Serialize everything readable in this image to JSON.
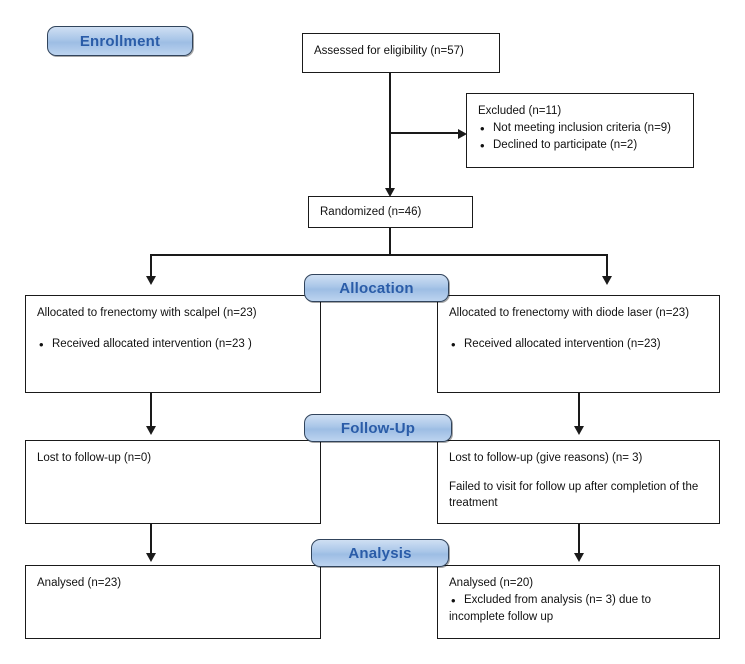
{
  "diagram": {
    "title": "CONSORT participant flow diagram",
    "type": "flowchart",
    "accent_banner_fill": "#a9c6e8",
    "accent_banner_text": "#2a5ca8",
    "banner_border": "#31445c",
    "box_border": "#1a1a1a",
    "connector_color": "#1a1a1a",
    "background": "#ffffff"
  },
  "stages": {
    "enrollment": "Enrollment",
    "allocation": "Allocation",
    "followup": "Follow-Up",
    "analysis": "Analysis"
  },
  "enrollment": {
    "assessed": "Assessed for eligibility (n=57)",
    "excluded_heading": "Excluded (n=11)",
    "excluded_reasons": [
      "Not meeting inclusion criteria (n=9)",
      "Declined to participate (n=2)"
    ],
    "randomized": "Randomized (n=46)"
  },
  "allocation": {
    "left": {
      "heading": "Allocated to frenectomy with scalpel (n=23)",
      "items": [
        "Received allocated intervention (n=23  )"
      ]
    },
    "right": {
      "heading": "Allocated to frenectomy with diode laser (n=23)",
      "items": [
        "Received allocated intervention (n=23)"
      ]
    }
  },
  "followup": {
    "left": {
      "heading": "Lost to follow-up (n=0)",
      "note": ""
    },
    "right": {
      "heading": "Lost to follow-up (give reasons) (n= 3)",
      "note": "Failed to visit for follow up after completion of the treatment"
    }
  },
  "analysis": {
    "left": {
      "heading": "Analysed (n=23)",
      "items": []
    },
    "right": {
      "heading": "Analysed (n=20)",
      "items": [
        "Excluded from analysis (n= 3) due to"
      ],
      "continuation": "incomplete follow up"
    }
  }
}
